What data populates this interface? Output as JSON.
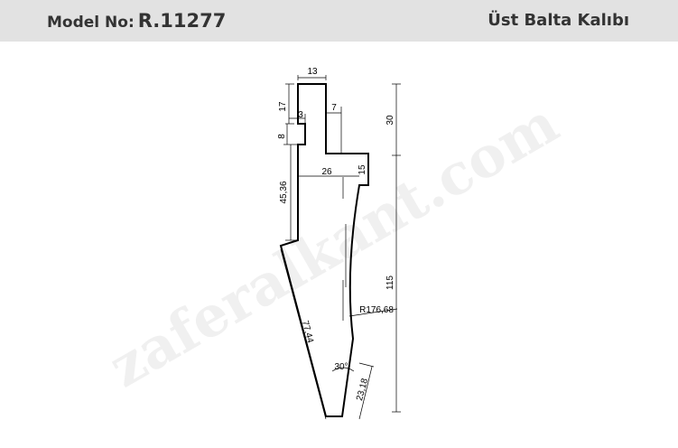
{
  "header": {
    "model_label": "Model No:",
    "model_number": "R.11277",
    "title": "Üst Balta Kalıbı"
  },
  "watermark": "zaferalkant.com",
  "dimensions": {
    "top_width": "13",
    "top_left_height": "17",
    "notch_width": "3",
    "notch_height": "8",
    "step_width": "7",
    "upper_height": "30",
    "shoulder_height": "15",
    "mid_width": "26",
    "left_height": "45,36",
    "total_height": "115",
    "left_length": "77,44",
    "radius": "R176,68",
    "angle": "30°",
    "tip_length": "23,18"
  },
  "colors": {
    "header_bg": "#e2e2e2",
    "text": "#333333",
    "line": "#000000"
  }
}
